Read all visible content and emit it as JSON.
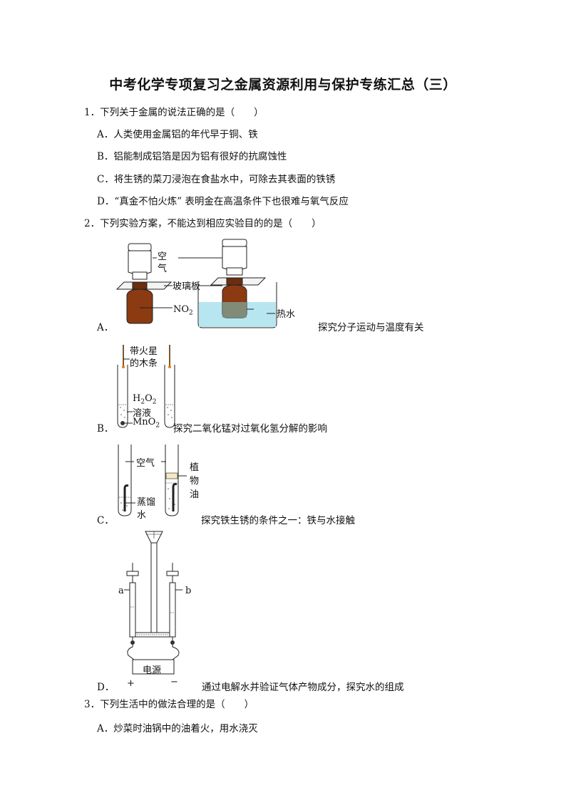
{
  "title": "中考化学专项复习之金属资源利用与保护专练汇总（三）",
  "q1": {
    "stem": "1．下列关于金属的说法正确的是（　　）",
    "options": [
      "A．人类使用金属铝的年代早于铜、铁",
      "B．铝能制成铝箔是因为铝有很好的抗腐蚀性",
      "C．将生锈的菜刀浸泡在食盐水中，可除去其表面的铁锈",
      "D．“真金不怕火炼” 表明金在高温条件下也很难与氧气反应"
    ]
  },
  "q2": {
    "stem": "2．下列实验方案，不能达到相应实验目的的是（　　）",
    "A": {
      "letter": "A．",
      "label_air_1": "空",
      "label_air_2": "气",
      "label_glass": "玻璃板",
      "label_no2": "NO",
      "label_no2_sub": "2",
      "label_hot": "热水",
      "caption": "探究分子运动与温度有关"
    },
    "B": {
      "letter": "B．",
      "label_splint_1": "带火星",
      "label_splint_2": "的木条",
      "label_h2o2": "H",
      "label_h2o2_sub1": "2",
      "label_h2o2_o": "O",
      "label_h2o2_sub2": "2",
      "label_sol": "溶液",
      "label_mno2": "MnO",
      "label_mno2_sub": "2",
      "caption": "探究二氧化锰对过氧化氢分解的影响"
    },
    "C": {
      "letter": "C．",
      "label_air": "空气",
      "label_water_1": "蒸馏",
      "label_water_2": "水",
      "label_oil_1": "植",
      "label_oil_2": "物",
      "label_oil_3": "油",
      "caption": "探究铁生锈的条件之一：铁与水接触"
    },
    "D": {
      "letter": "D．",
      "label_a": "a",
      "label_b": "b",
      "label_power": "电源",
      "label_plus": "+",
      "label_minus": "−",
      "caption": "通过电解水并验证气体产物成分，探究水的组成"
    }
  },
  "q3": {
    "stem": "3．下列生活中的做法合理的是（　　）",
    "options": [
      "A．炒菜时油锅中的油着火，用水浇灭"
    ]
  }
}
